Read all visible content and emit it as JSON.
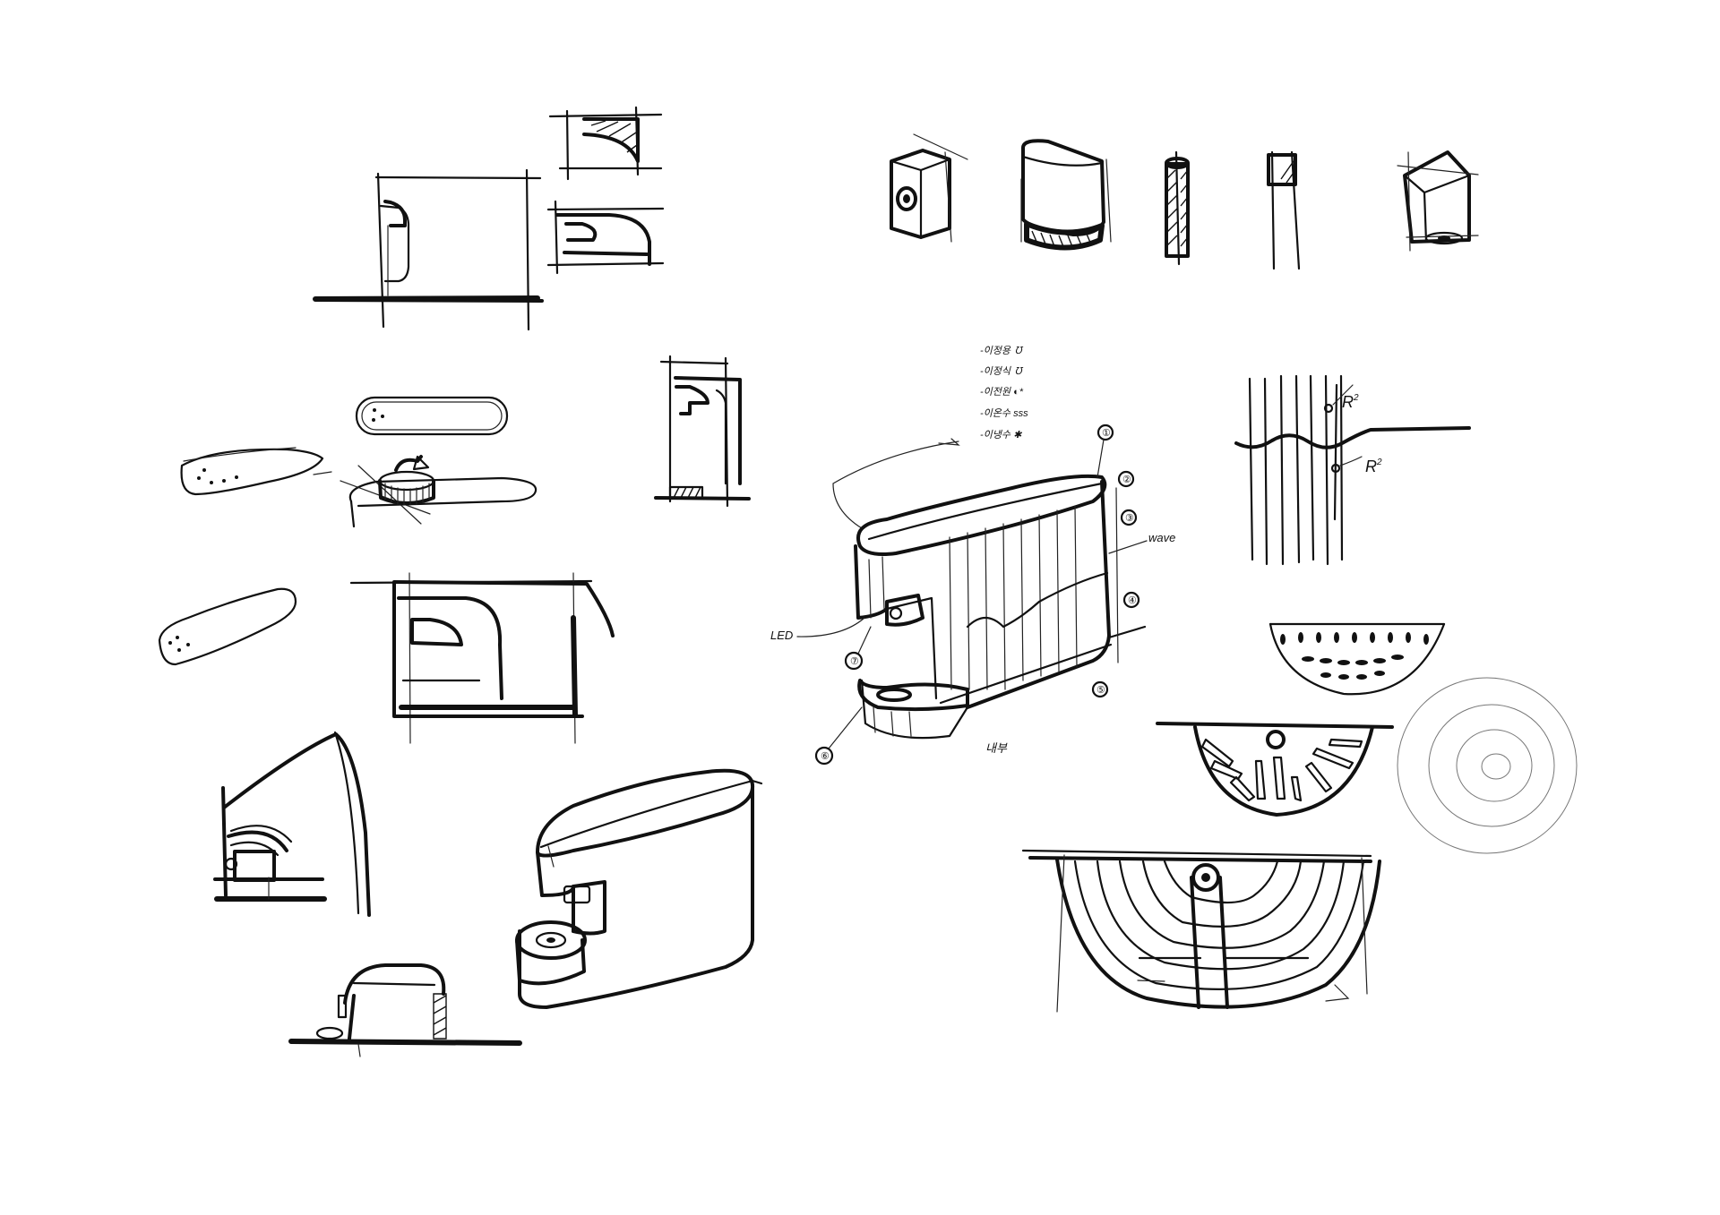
{
  "labels": {
    "led": "LED",
    "wave": "wave",
    "radius_top": "R",
    "radius_top_sup": "2",
    "radius_bottom": "R",
    "radius_bottom_sup": "2",
    "bottom_note": "내부"
  },
  "legend": [
    {
      "text": "-이정용 ℧"
    },
    {
      "text": "-이정식 ℧"
    },
    {
      "text": "-이전원 ◐*"
    },
    {
      "text": "-이온수 sss"
    },
    {
      "text": "-이냉수 ✱"
    }
  ],
  "callout_numbers": [
    "①",
    "②",
    "③",
    "④",
    "⑤",
    "⑥",
    "⑦"
  ],
  "colors": {
    "ink": "#111111",
    "paper": "#ffffff"
  }
}
